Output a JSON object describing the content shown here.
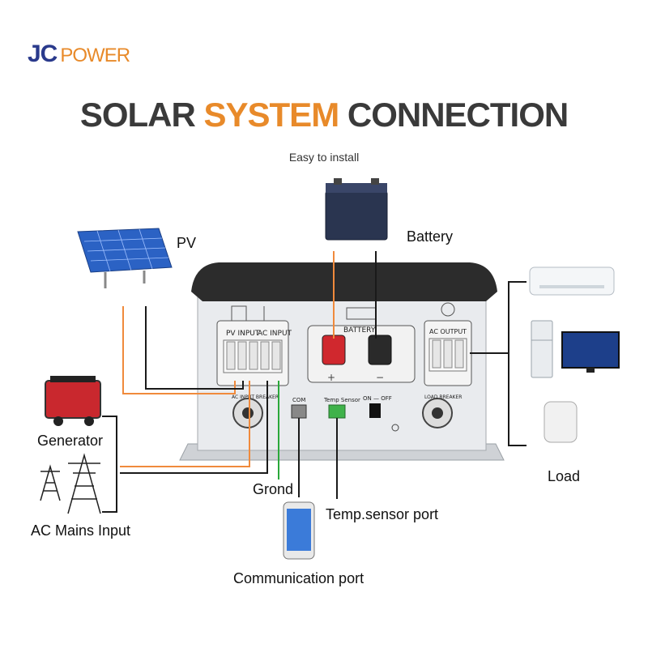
{
  "logo": {
    "part1": "JC",
    "part2": "POWER"
  },
  "title": {
    "part1": "SOLAR ",
    "part2": "SYSTEM",
    "part3": " CONNECTION"
  },
  "subtitle": "Easy to install",
  "labels": {
    "pv": "PV",
    "battery": "Battery",
    "generator": "Generator",
    "ac_mains": "AC Mains Input",
    "ground": "Grond",
    "temp_sensor": "Temp.sensor port",
    "communication": "Communication port",
    "load": "Load"
  },
  "panel": {
    "pv_input": "PV INPUT",
    "ac_input": "AC INPUT",
    "battery": "BATTERY",
    "ac_output": "AC OUTPUT",
    "com": "COM",
    "temp_sensor": "Temp Sensor",
    "on_off": "ON — OFF",
    "ac_input_breaker": "AC INPUT BREAKER",
    "load_breaker": "LOAD BREAKER"
  },
  "colors": {
    "orange_wire": "#f08a3c",
    "black_wire": "#1a1a1a",
    "green_wire": "#2aa83a",
    "brand_blue": "#2a3a8c",
    "brand_orange": "#e88a2a"
  }
}
